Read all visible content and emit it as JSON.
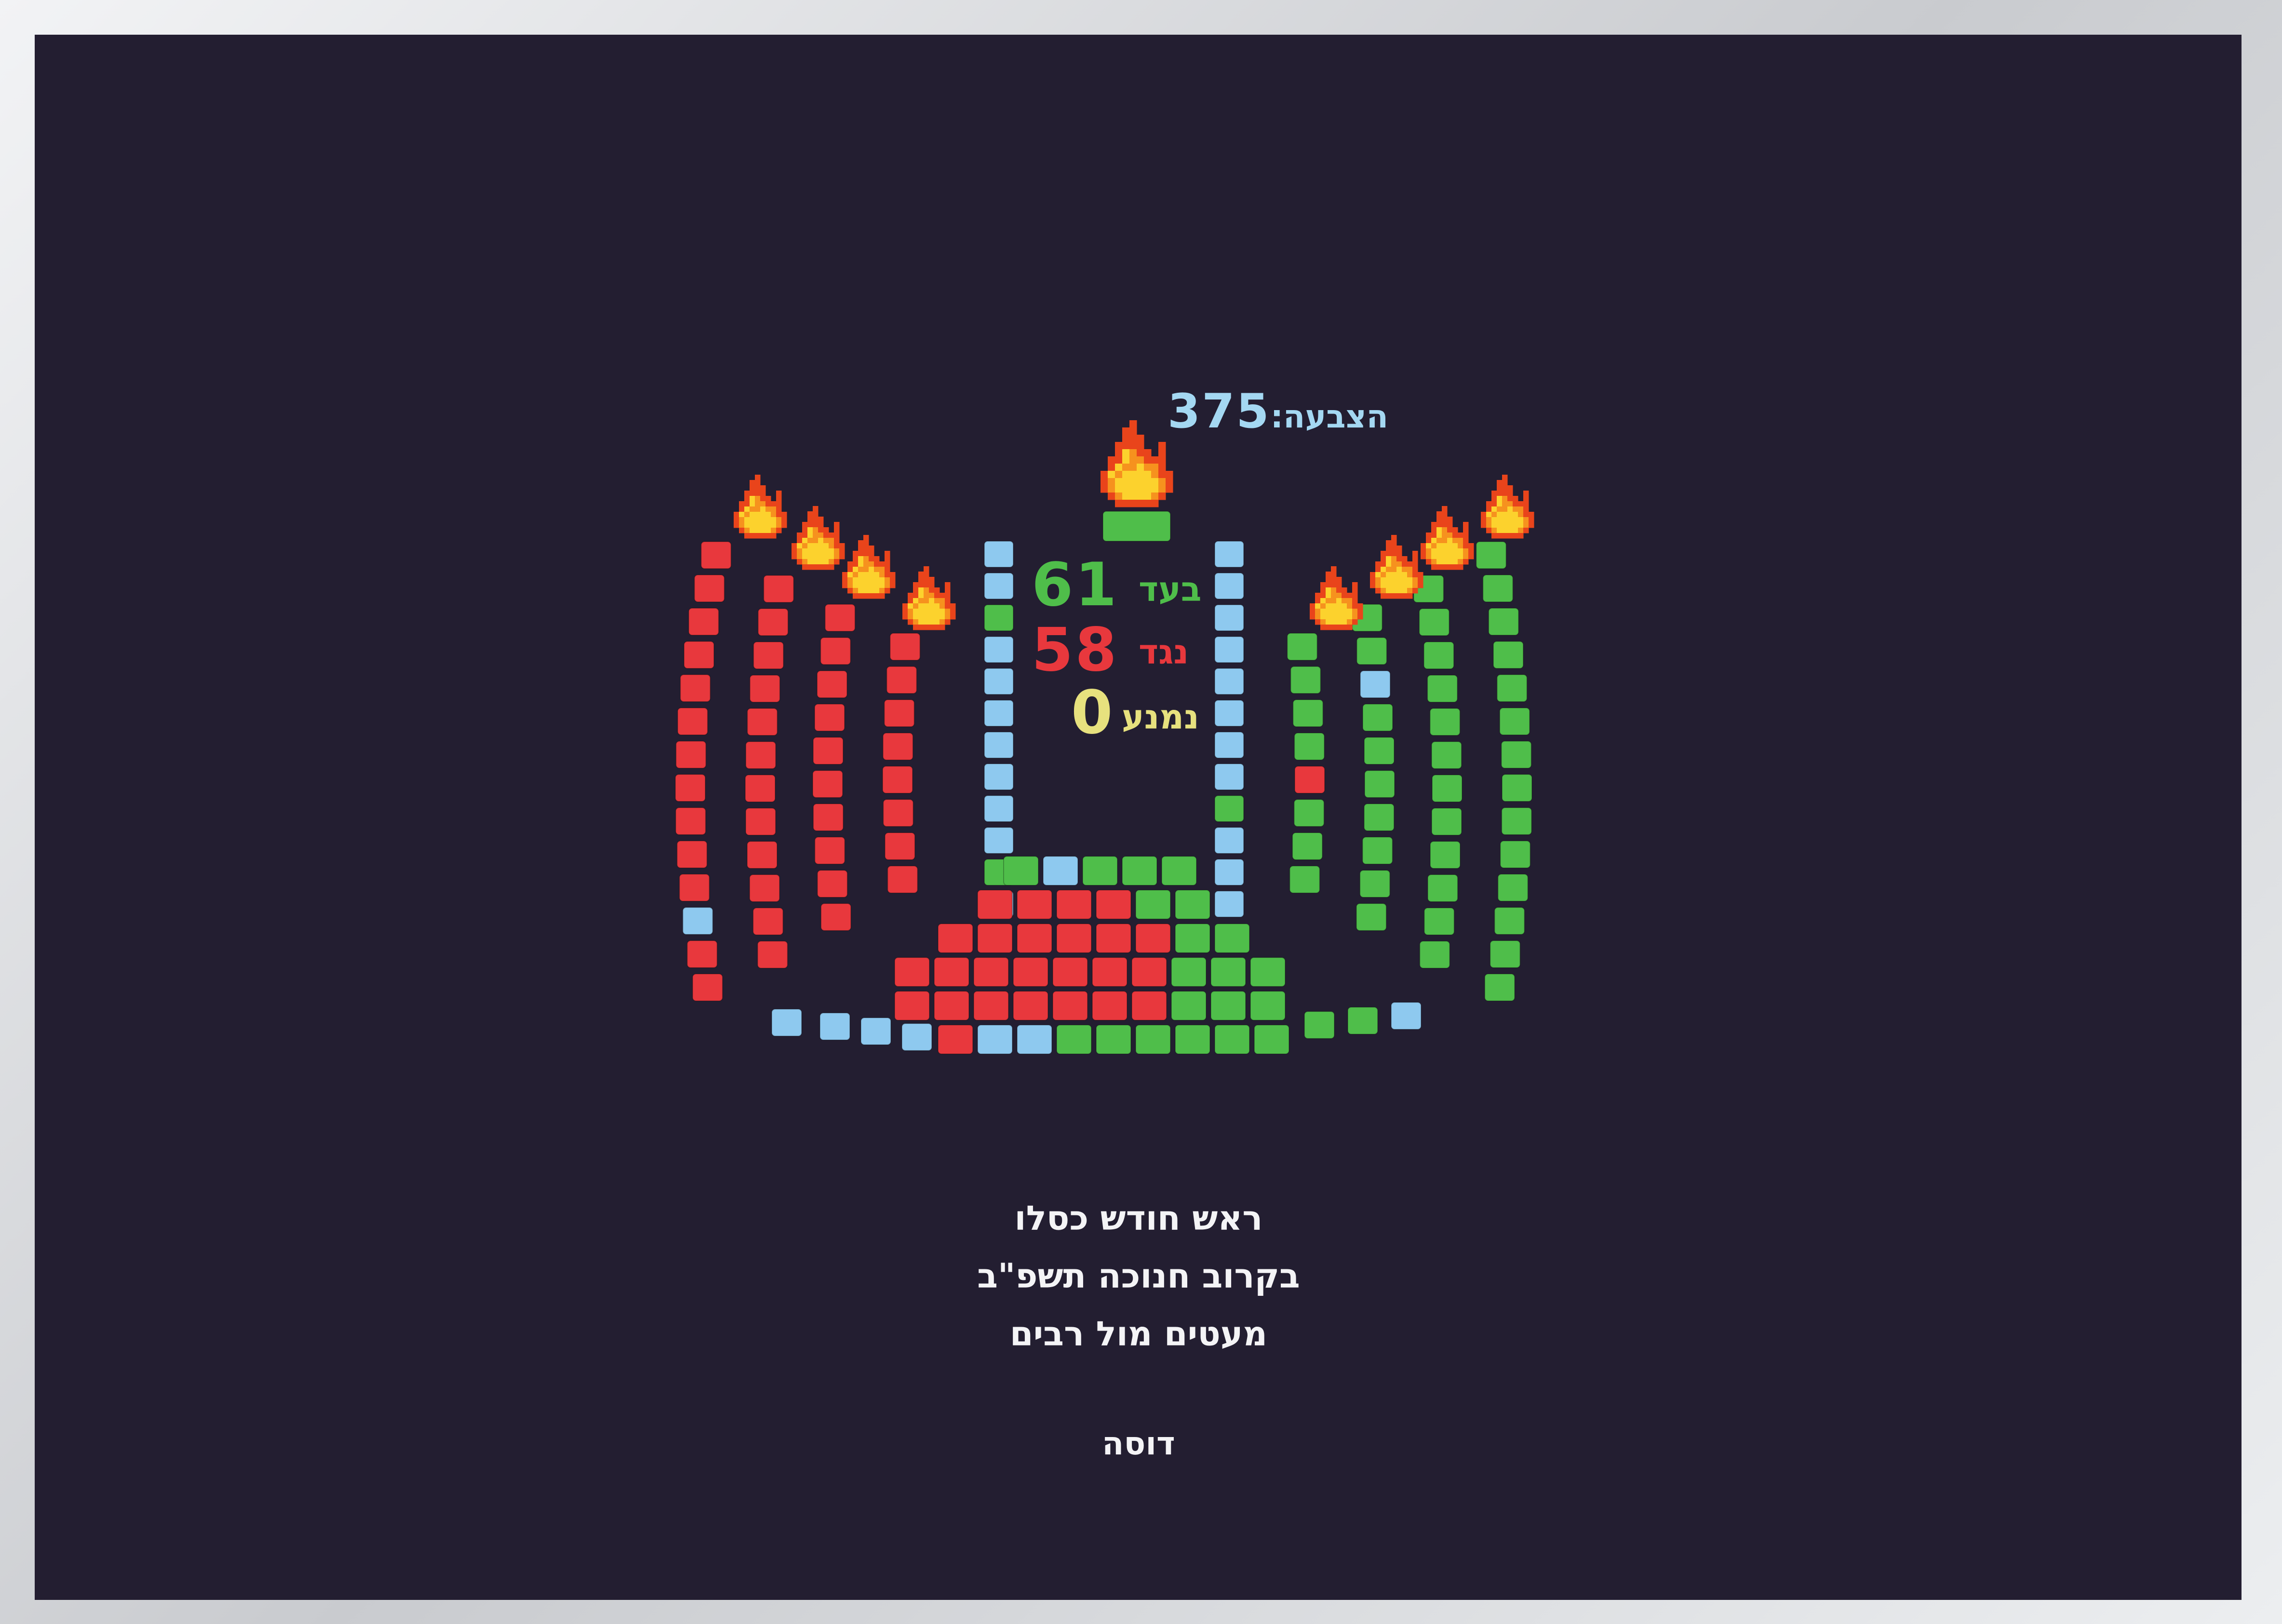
{
  "vote_board": {
    "header_label": "הצבעה:",
    "vote_number": "375",
    "results": [
      {
        "label": "בעד",
        "value": "61",
        "color": "#4fbe4a"
      },
      {
        "label": "נגד",
        "value": "58",
        "color": "#e8383d"
      },
      {
        "label": "נמנע",
        "value": "0",
        "color": "#e7e17e"
      }
    ]
  },
  "caption": {
    "lines": [
      "ראש חודש כסלו",
      "בקרוב חנוכה תשפ\"ב",
      "מעטים מול רבים"
    ],
    "signature": "דוסה"
  },
  "colors": {
    "background": "#231e31",
    "for": "#4fbe4a",
    "against": "#e8383d",
    "absent": "#8ec9ef",
    "abstain": "#e7e17e",
    "flame_outer": "#e9441b",
    "flame_mid": "#f6921e",
    "flame_inner": "#fcd22d",
    "text": "#f4f4f6"
  },
  "icons": {
    "flame": "candle-flame-icon",
    "seat": "seat-square"
  }
}
